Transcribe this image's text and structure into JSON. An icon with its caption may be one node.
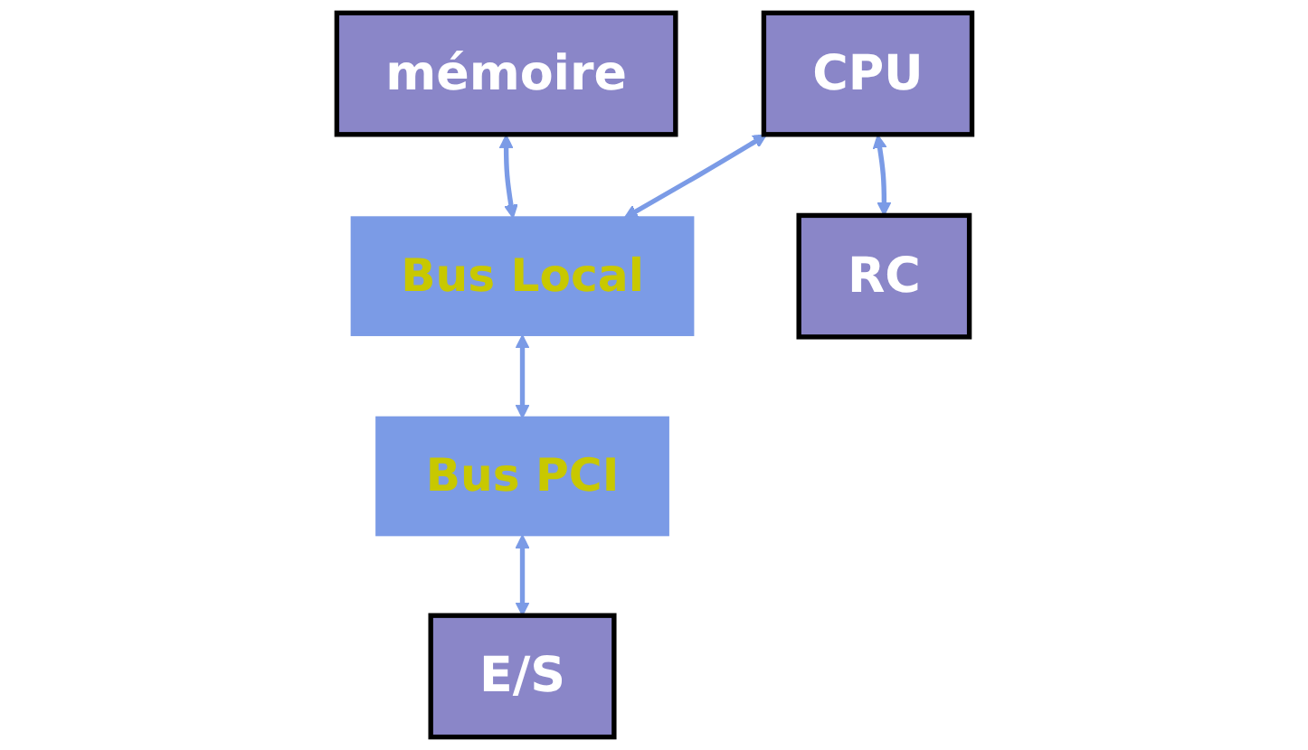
{
  "diagram": {
    "nodes": [
      {
        "text": [
          "CPU"
        ]
      },
      {
        "text": [
          "mémoire"
        ]
      },
      {
        "text": [
          "Bus Local"
        ]
      },
      {
        "text": [
          "Bus PCI"
        ]
      },
      {
        "text": [
          "RC"
        ]
      },
      {
        "text": [
          "E/S"
        ]
      }
    ],
    "edges": [
      {
        "from": 0,
        "to": 2,
        "arrow": "both"
      },
      {
        "from": 1,
        "to": 2,
        "arrow": "both"
      },
      {
        "from": 2,
        "to": 3,
        "arrow": "both"
      },
      {
        "from": 3,
        "to": 5,
        "arrow": "both"
      },
      {
        "from": 0,
        "to": 4,
        "arrow": "both"
      }
    ]
  }
}
